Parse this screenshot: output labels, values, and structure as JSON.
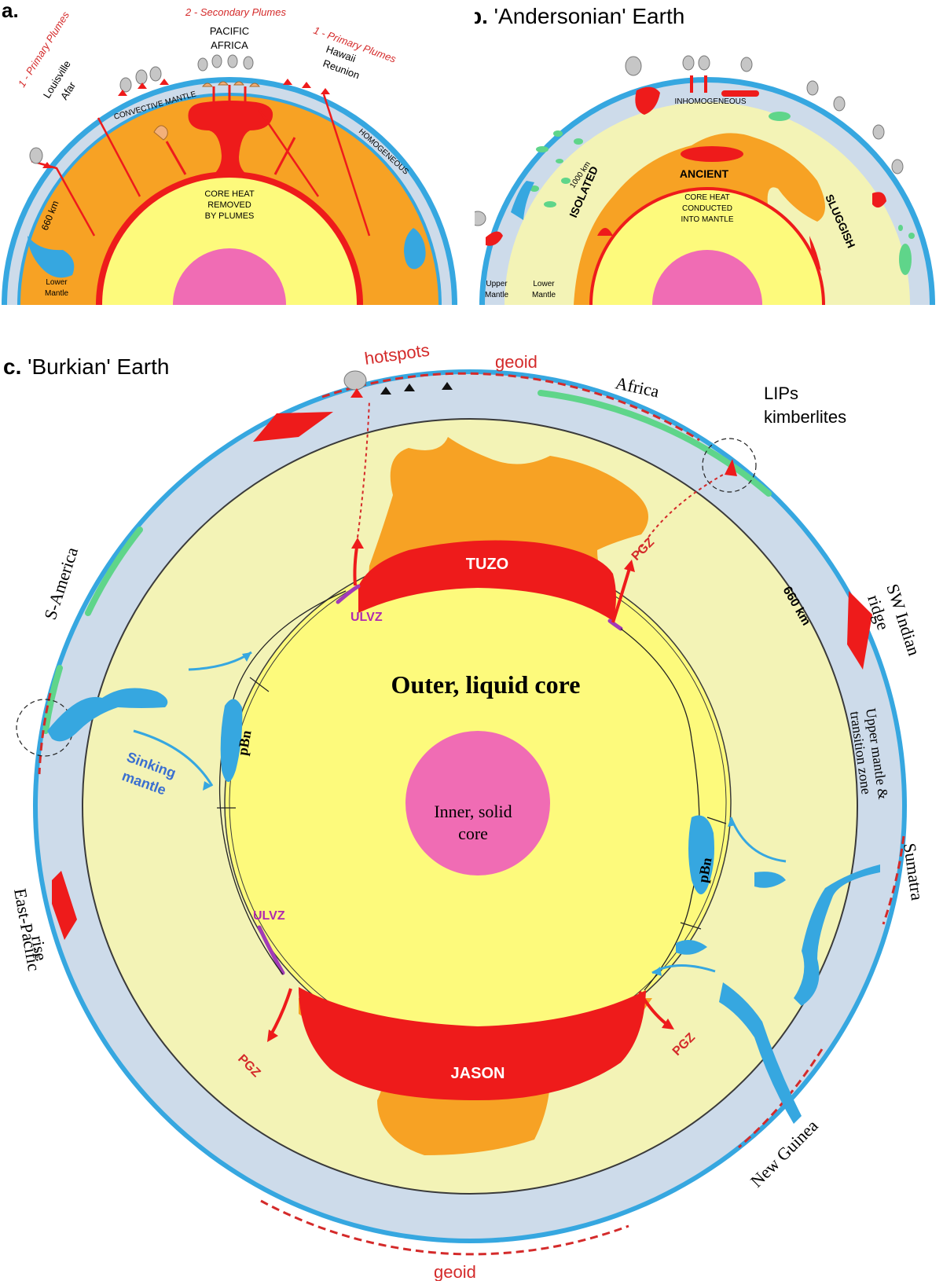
{
  "panel_a": {
    "letter": "a.",
    "secondary_plumes": "2 - Secondary Plumes",
    "pacific": "PACIFIC",
    "africa": "AFRICA",
    "primary_left": "1 - Primary Plumes",
    "louisville": "Louisville",
    "afar": "Afar",
    "primary_right": "1 - Primary Plumes",
    "hawaii": "Hawaii",
    "reunion": "Reunion",
    "convective": "CONVECTIVE MANTLE",
    "homogeneous": "HOMOGENEOUS",
    "km660": "660 km",
    "core1": "CORE HEAT",
    "core2": "REMOVED",
    "core3": "BY PLUMES",
    "lower1": "Lower",
    "lower2": "Mantle"
  },
  "panel_b": {
    "letter": "b.",
    "title": "'Andersonian' Earth",
    "inhomogeneous": "INHOMOGENEOUS",
    "ancient": "ANCIENT",
    "isolated": "ISOLATED",
    "sluggish": "SLUGGISH",
    "km1000": "1000 km",
    "core1": "CORE HEAT",
    "core2": "CONDUCTED",
    "core3": "INTO MANTLE",
    "upper1": "Upper",
    "upper2": "Mantle",
    "lower1": "Lower",
    "lower2": "Mantle"
  },
  "panel_c": {
    "letter": "c.",
    "title": "'Burkian' Earth",
    "hotspots": "hotspots",
    "geoid_top": "geoid",
    "geoid_bottom": "geoid",
    "africa": "Africa",
    "lips": "LIPs",
    "kimberlites": "kimberlites",
    "tuzo": "TUZO",
    "jason": "JASON",
    "pgz": "PGZ",
    "ulvz": "ULVZ",
    "outer_core": "Outer, liquid core",
    "inner1": "Inner, solid",
    "inner2": "core",
    "pbn": "pBn",
    "sinking1": "Sinking",
    "sinking2": "mantle",
    "km660": "660 km",
    "s_america": "S-America",
    "sw_indian1": "SW Indian",
    "sw_indian2": "ridge",
    "upper_tz1": "Upper mantle &",
    "upper_tz2": "transition zone",
    "sumatra": "Sumatra",
    "east_pacific1": "East-Pacific",
    "east_pacific2": "rise",
    "new_guinea": "New Guinea"
  },
  "colors": {
    "crust_blue": "#36a7e0",
    "mantle_light_blue": "#cddbea",
    "lower_mantle_yellow": "#f3f3b6",
    "core_yellow": "#fdfa7c",
    "inner_core_pink": "#f06cb4",
    "llsvp_red": "#ee1b1b",
    "llsvp_orange": "#f7a224",
    "continent_green": "#5fd58a",
    "label_red": "#d42a2a",
    "ulvz_purple": "#a23ab8"
  }
}
